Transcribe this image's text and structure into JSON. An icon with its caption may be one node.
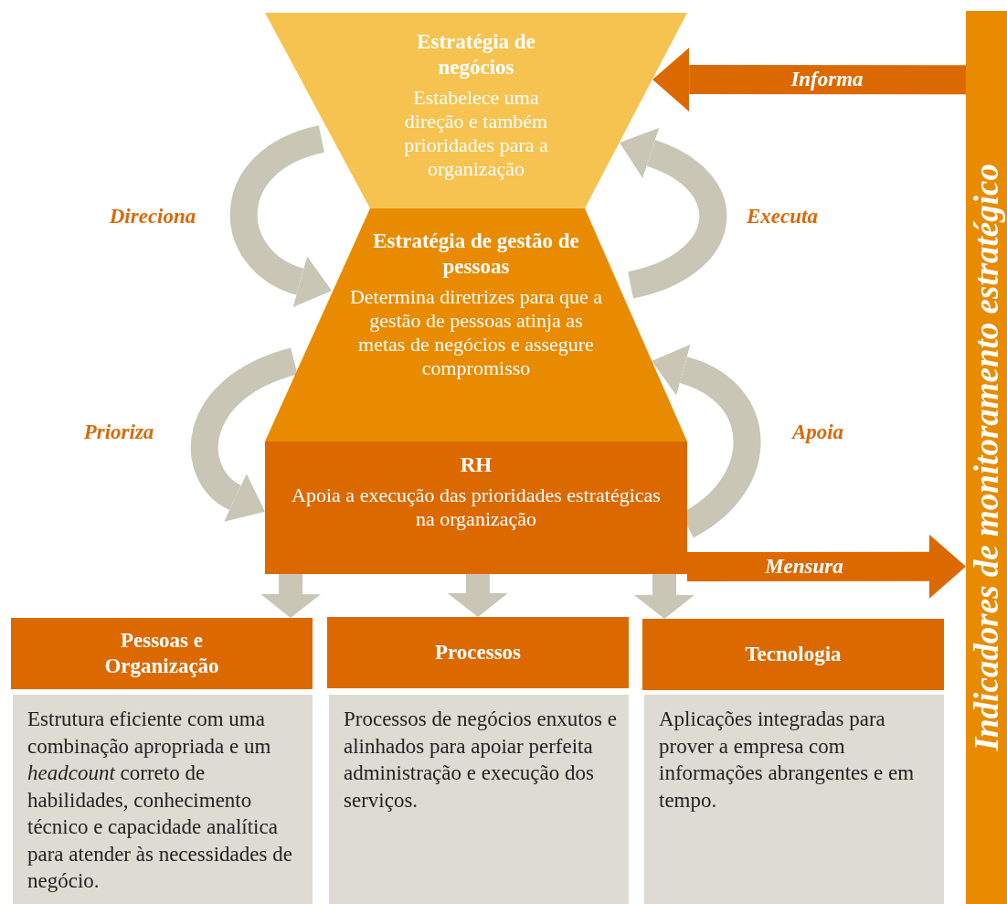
{
  "diagram": {
    "nodes": [
      {
        "text": [
          "Estratégia de negócios",
          "Estabelece uma direção e também prioridades para a organização"
        ]
      },
      {
        "text": [
          "Estratégia de gestão de pessoas",
          "Determina diretrizes para que a gestão de pessoas atinja as metas de negócios e assegure compromisso"
        ]
      },
      {
        "text": [
          "RH",
          "Apoia a execução das prioridades estratégicas na organização"
        ]
      },
      {
        "text": [
          "Pessoas e Organização"
        ]
      },
      {
        "text": [
          "Estrutura eficiente com uma combinação apropriada e um *headcount* correto de habilidades, conhecimento técnico e capacidade analítica para atender às necessidades de negócio."
        ]
      },
      {
        "text": [
          "Processos"
        ]
      },
      {
        "text": [
          "Processos de negócios enxutos e alinhados para apoiar perfeita administração e execução dos serviços."
        ]
      },
      {
        "text": [
          "Tecnologia"
        ]
      },
      {
        "text": [
          "Aplicações integradas para prover a empresa com informações abrangentes e em tempo."
        ]
      },
      {
        "text": [
          "Indicadores de monitoramento estratégico"
        ]
      }
    ],
    "edges": [
      {
        "from": 0,
        "to": 1,
        "arrow": "to",
        "label": "Direciona"
      },
      {
        "from": 1,
        "to": 0,
        "arrow": "to",
        "label": "Executa"
      },
      {
        "from": 1,
        "to": 2,
        "arrow": "to",
        "label": "Prioriza"
      },
      {
        "from": 2,
        "to": 1,
        "arrow": "to",
        "label": "Apoia"
      },
      {
        "from": 2,
        "to": 3,
        "arrow": "to"
      },
      {
        "from": 2,
        "to": 5,
        "arrow": "to"
      },
      {
        "from": 2,
        "to": 7,
        "arrow": "to"
      },
      {
        "from": 9,
        "to": 0,
        "arrow": "to",
        "label": "Informa",
        "color": "#dc6900"
      },
      {
        "from": 2,
        "to": 9,
        "arrow": "to",
        "label": "Mensura",
        "color": "#dc6900"
      }
    ]
  }
}
